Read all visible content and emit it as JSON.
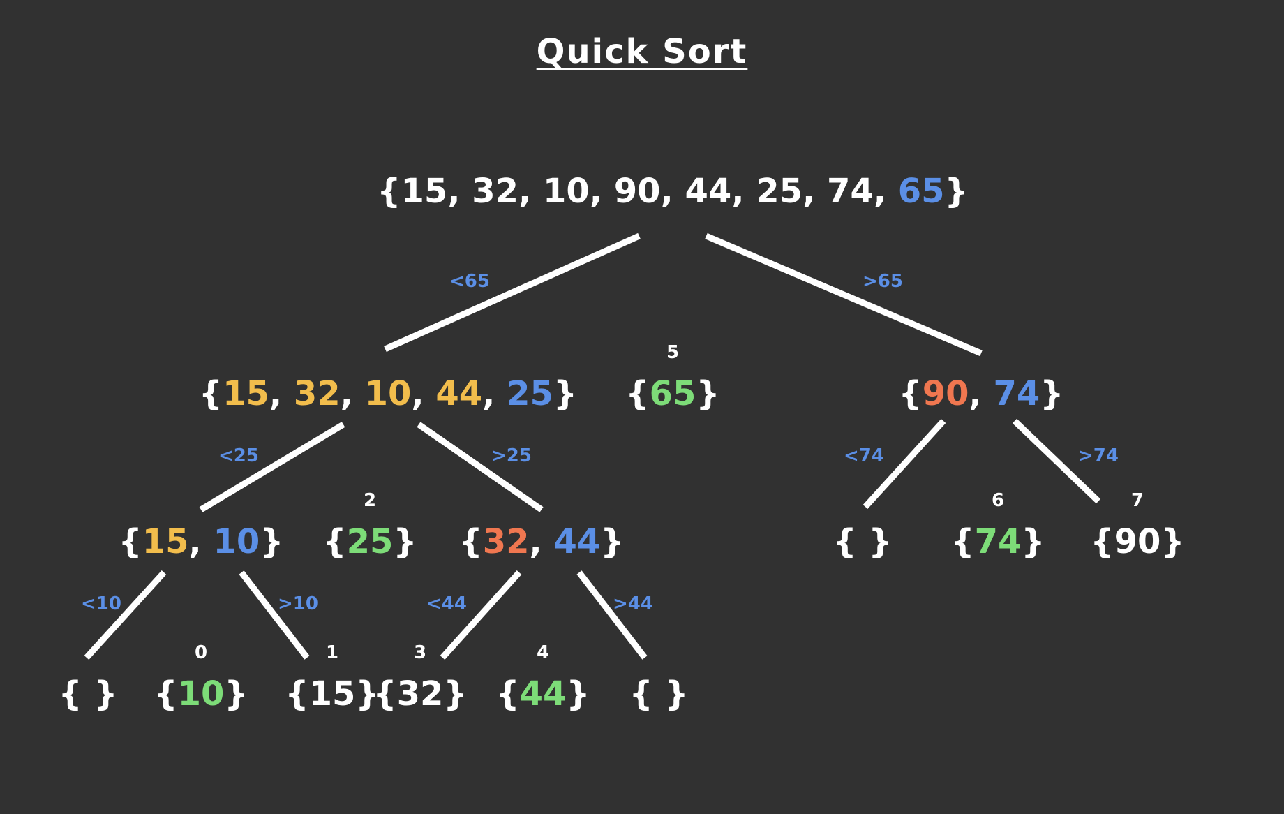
{
  "title": "Quick Sort",
  "colors": {
    "background": "#313131",
    "text": "#ffffff",
    "pivot": "#5b8fe6",
    "partition": "#f2bd4c",
    "misplaced": "#f07750",
    "sorted": "#7ddc78",
    "edge": "#ffffff",
    "edge_label": "#5b8fe6"
  },
  "nodes": [
    {
      "id": "root",
      "items": [
        {
          "v": "15",
          "c": "text"
        },
        {
          "v": "32",
          "c": "text"
        },
        {
          "v": "10",
          "c": "text"
        },
        {
          "v": "90",
          "c": "text"
        },
        {
          "v": "44",
          "c": "text"
        },
        {
          "v": "25",
          "c": "text"
        },
        {
          "v": "74",
          "c": "text"
        },
        {
          "v": "65",
          "c": "pivot"
        }
      ]
    },
    {
      "id": "left-1",
      "items": [
        {
          "v": "15",
          "c": "partition"
        },
        {
          "v": "32",
          "c": "partition"
        },
        {
          "v": "10",
          "c": "partition"
        },
        {
          "v": "44",
          "c": "partition"
        },
        {
          "v": "25",
          "c": "pivot"
        }
      ]
    },
    {
      "id": "pivot-65",
      "index": "5",
      "items": [
        {
          "v": "65",
          "c": "sorted"
        }
      ]
    },
    {
      "id": "right-1",
      "items": [
        {
          "v": "90",
          "c": "misplaced"
        },
        {
          "v": "74",
          "c": "pivot"
        }
      ]
    },
    {
      "id": "left-2",
      "items": [
        {
          "v": "15",
          "c": "partition"
        },
        {
          "v": "10",
          "c": "pivot"
        }
      ]
    },
    {
      "id": "pivot-25",
      "index": "2",
      "items": [
        {
          "v": "25",
          "c": "sorted"
        }
      ]
    },
    {
      "id": "mid-2",
      "items": [
        {
          "v": "32",
          "c": "misplaced"
        },
        {
          "v": "44",
          "c": "pivot"
        }
      ]
    },
    {
      "id": "empty-74",
      "items": []
    },
    {
      "id": "pivot-74",
      "index": "6",
      "items": [
        {
          "v": "74",
          "c": "sorted"
        }
      ]
    },
    {
      "id": "leaf-90",
      "index": "7",
      "items": [
        {
          "v": "90",
          "c": "text"
        }
      ]
    },
    {
      "id": "empty-10",
      "items": []
    },
    {
      "id": "pivot-10",
      "index": "0",
      "items": [
        {
          "v": "10",
          "c": "sorted"
        }
      ]
    },
    {
      "id": "leaf-15",
      "index": "1",
      "items": [
        {
          "v": "15",
          "c": "text"
        }
      ]
    },
    {
      "id": "leaf-32",
      "index": "3",
      "items": [
        {
          "v": "32",
          "c": "text"
        }
      ]
    },
    {
      "id": "pivot-44",
      "index": "4",
      "items": [
        {
          "v": "44",
          "c": "sorted"
        }
      ]
    },
    {
      "id": "empty-44",
      "items": []
    }
  ],
  "edges": [
    {
      "from": "root",
      "to": "left-1",
      "label": "<65"
    },
    {
      "from": "root",
      "to": "right-1",
      "label": ">65"
    },
    {
      "from": "left-1",
      "to": "left-2",
      "label": "<25"
    },
    {
      "from": "left-1",
      "to": "mid-2",
      "label": ">25"
    },
    {
      "from": "right-1",
      "to": "empty-74",
      "label": "<74"
    },
    {
      "from": "right-1",
      "to": "leaf-90",
      "label": ">74"
    },
    {
      "from": "left-2",
      "to": "empty-10",
      "label": "<10"
    },
    {
      "from": "left-2",
      "to": "leaf-15",
      "label": ">10"
    },
    {
      "from": "mid-2",
      "to": "leaf-32",
      "label": "<44"
    },
    {
      "from": "mid-2",
      "to": "empty-44",
      "label": ">44"
    }
  ]
}
